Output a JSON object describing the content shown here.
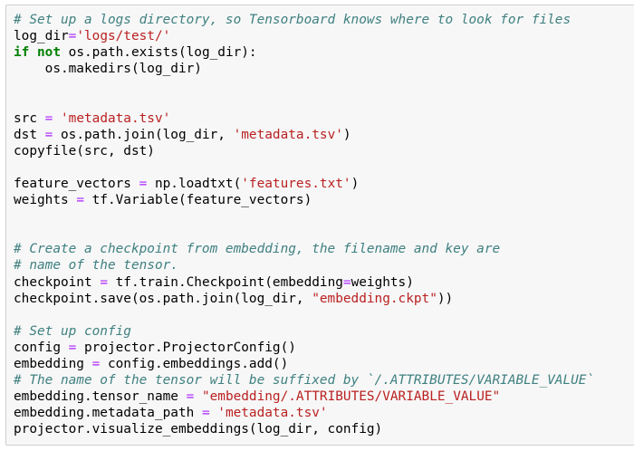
{
  "colors": {
    "background": "#ffffff",
    "cell_background": "#f7f7f7",
    "cell_border": "#cfcfcf",
    "comment": "#408080",
    "string": "#ba2121",
    "operator": "#aa22ff",
    "keyword": "#008000",
    "text": "#000000"
  },
  "code_lines": [
    [
      {
        "t": "c",
        "v": "# Set up a logs directory, so Tensorboard knows where to look for files"
      }
    ],
    [
      {
        "t": "n",
        "v": "log_dir"
      },
      {
        "t": "o",
        "v": "="
      },
      {
        "t": "s",
        "v": "'logs/test/'"
      }
    ],
    [
      {
        "t": "k",
        "v": "if"
      },
      {
        "t": "n",
        "v": " "
      },
      {
        "t": "k",
        "v": "not"
      },
      {
        "t": "n",
        "v": " os.path.exists(log_dir):"
      }
    ],
    [
      {
        "t": "n",
        "v": "    os.makedirs(log_dir)"
      }
    ],
    [],
    [],
    [
      {
        "t": "n",
        "v": "src "
      },
      {
        "t": "o",
        "v": "="
      },
      {
        "t": "n",
        "v": " "
      },
      {
        "t": "s",
        "v": "'metadata.tsv'"
      }
    ],
    [
      {
        "t": "n",
        "v": "dst "
      },
      {
        "t": "o",
        "v": "="
      },
      {
        "t": "n",
        "v": " os.path.join(log_dir, "
      },
      {
        "t": "s",
        "v": "'metadata.tsv'"
      },
      {
        "t": "n",
        "v": ")"
      }
    ],
    [
      {
        "t": "n",
        "v": "copyfile(src, dst)"
      }
    ],
    [],
    [
      {
        "t": "n",
        "v": "feature_vectors "
      },
      {
        "t": "o",
        "v": "="
      },
      {
        "t": "n",
        "v": " np.loadtxt("
      },
      {
        "t": "s",
        "v": "'features.txt'"
      },
      {
        "t": "n",
        "v": ")"
      }
    ],
    [
      {
        "t": "n",
        "v": "weights "
      },
      {
        "t": "o",
        "v": "="
      },
      {
        "t": "n",
        "v": " tf.Variable(feature_vectors)"
      }
    ],
    [],
    [],
    [
      {
        "t": "c",
        "v": "# Create a checkpoint from embedding, the filename and key are"
      }
    ],
    [
      {
        "t": "c",
        "v": "# name of the tensor."
      }
    ],
    [
      {
        "t": "n",
        "v": "checkpoint "
      },
      {
        "t": "o",
        "v": "="
      },
      {
        "t": "n",
        "v": " tf.train.Checkpoint(embedding"
      },
      {
        "t": "o",
        "v": "="
      },
      {
        "t": "n",
        "v": "weights)"
      }
    ],
    [
      {
        "t": "n",
        "v": "checkpoint.save(os.path.join(log_dir, "
      },
      {
        "t": "s",
        "v": "\"embedding.ckpt\""
      },
      {
        "t": "n",
        "v": "))"
      }
    ],
    [],
    [
      {
        "t": "c",
        "v": "# Set up config"
      }
    ],
    [
      {
        "t": "n",
        "v": "config "
      },
      {
        "t": "o",
        "v": "="
      },
      {
        "t": "n",
        "v": " projector.ProjectorConfig()"
      }
    ],
    [
      {
        "t": "n",
        "v": "embedding "
      },
      {
        "t": "o",
        "v": "="
      },
      {
        "t": "n",
        "v": " config.embeddings.add()"
      }
    ],
    [
      {
        "t": "c",
        "v": "# The name of the tensor will be suffixed by `/.ATTRIBUTES/VARIABLE_VALUE`"
      }
    ],
    [
      {
        "t": "n",
        "v": "embedding.tensor_name "
      },
      {
        "t": "o",
        "v": "="
      },
      {
        "t": "n",
        "v": " "
      },
      {
        "t": "s",
        "v": "\"embedding/.ATTRIBUTES/VARIABLE_VALUE\""
      }
    ],
    [
      {
        "t": "n",
        "v": "embedding.metadata_path "
      },
      {
        "t": "o",
        "v": "="
      },
      {
        "t": "n",
        "v": " "
      },
      {
        "t": "s",
        "v": "'metadata.tsv'"
      }
    ],
    [
      {
        "t": "n",
        "v": "projector.visualize_embeddings(log_dir, config)"
      }
    ]
  ]
}
